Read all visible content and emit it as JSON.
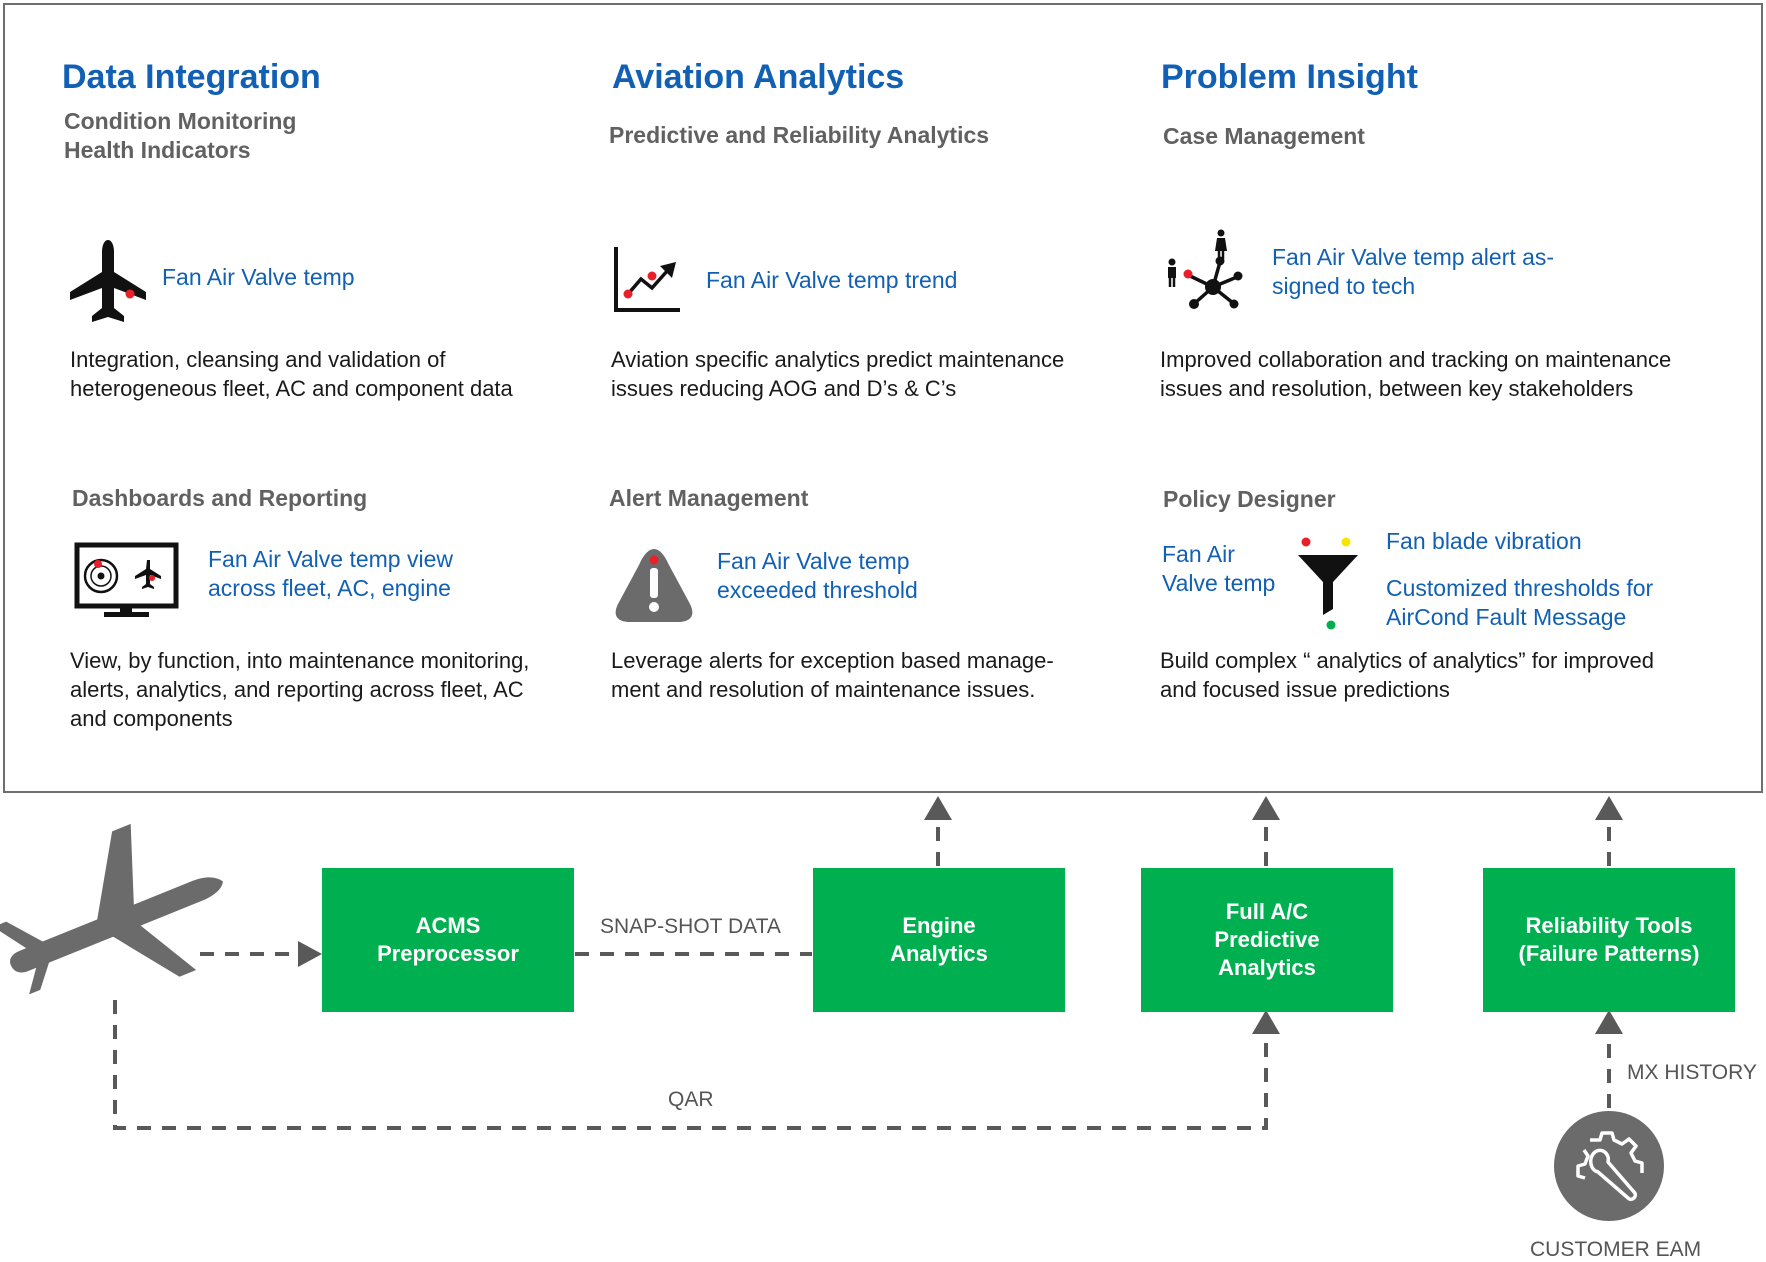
{
  "columns": [
    {
      "title": "Data Integration",
      "section1": {
        "heading": "Condition Monitoring\nHealth Indicators",
        "icon": "airplane-icon",
        "example": "Fan Air Valve temp",
        "description": "Integration, cleansing and validation  of\nheterogeneous fleet, AC and component data"
      },
      "section2": {
        "heading": "Dashboards and Reporting",
        "icon": "monitor-dashboard-icon",
        "example": "Fan Air Valve temp view\nacross fleet, AC, engine",
        "description": "View, by function, into maintenance monitoring,\nalerts, analytics, and reporting across fleet, AC\nand components"
      }
    },
    {
      "title": "Aviation Analytics",
      "section1": {
        "heading": "Predictive and Reliability Analytics",
        "icon": "trend-chart-icon",
        "example": "Fan Air Valve temp trend",
        "description": "Aviation specific analytics predict maintenance\nissues reducing AOG and D’s & C’s"
      },
      "section2": {
        "heading": "Alert Management",
        "icon": "warning-icon",
        "example": "Fan Air Valve temp\nexceeded threshold",
        "description": "Leverage alerts for exception based manage-\nment and resolution of maintenance issues."
      }
    },
    {
      "title": "Problem Insight",
      "section1": {
        "heading": "Case Management",
        "icon": "network-people-icon",
        "example": "Fan Air Valve temp alert as-\nsigned to tech",
        "description": "Improved collaboration and tracking on maintenance\nissues and resolution, between key stakeholders"
      },
      "section2": {
        "heading": "Policy Designer",
        "icon": "funnel-icon",
        "example_left": "Fan Air\nValve temp",
        "example_right1": "Fan blade vibration",
        "example_right2": "Customized thresholds for\nAirCond Fault Message",
        "description": "Build complex “ analytics of analytics” for improved\nand focused issue predictions"
      }
    }
  ],
  "flow": {
    "boxes": [
      {
        "id": "acms",
        "label": "ACMS\nPreprocessor"
      },
      {
        "id": "engine",
        "label": "Engine\nAnalytics"
      },
      {
        "id": "fullac",
        "label": "Full A/C\nPredictive\nAnalytics"
      },
      {
        "id": "reliability",
        "label": "Reliability Tools\n(Failure Patterns)"
      }
    ],
    "labels": {
      "snapshot": "SNAP-SHOT DATA",
      "qar": "QAR",
      "mx_history": "MX HISTORY",
      "customer_eam": "CUSTOMER EAM"
    },
    "icons": {
      "aircraft": "aircraft-icon",
      "eam": "gear-wrench-icon"
    }
  },
  "colors": {
    "accent_blue": "#1260b4",
    "box_green": "#00b050",
    "heading_gray": "#616161",
    "arrow_gray": "#595959",
    "alert_red": "#e8202a",
    "alert_yellow": "#f7e400",
    "alert_green": "#00b050"
  }
}
